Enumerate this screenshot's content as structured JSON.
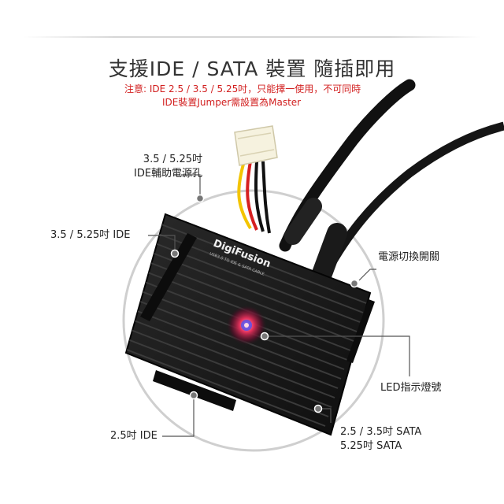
{
  "title": "支援IDE / SATA 裝置 隨插即用",
  "notes": {
    "line1": "注意: IDE 2.5 / 3.5 / 5.25吋，只能擇一使用，不可同時",
    "line2": "IDE裝置Jumper需設置為Master"
  },
  "labels": {
    "power_port_line1": "3.5 / 5.25吋",
    "power_port_line2": "IDE輔助電源孔",
    "ide_35": "3.5 / 5.25吋 IDE",
    "power_switch": "電源切換開關",
    "led": "LED指示燈號",
    "ide_25": "2.5吋 IDE",
    "sata_line1": "2.5 / 3.5吋 SATA",
    "sata_line2": "5.25吋 SATA"
  },
  "device": {
    "brand": "DigiFusion",
    "sub_text": "USB3.0 TO IDE & SATA CABLE"
  },
  "colors": {
    "note_red": "#d21f1f",
    "device_body": "#1b1b1b",
    "led_glow": "#e0305a",
    "led_blue": "#3a4cff"
  }
}
